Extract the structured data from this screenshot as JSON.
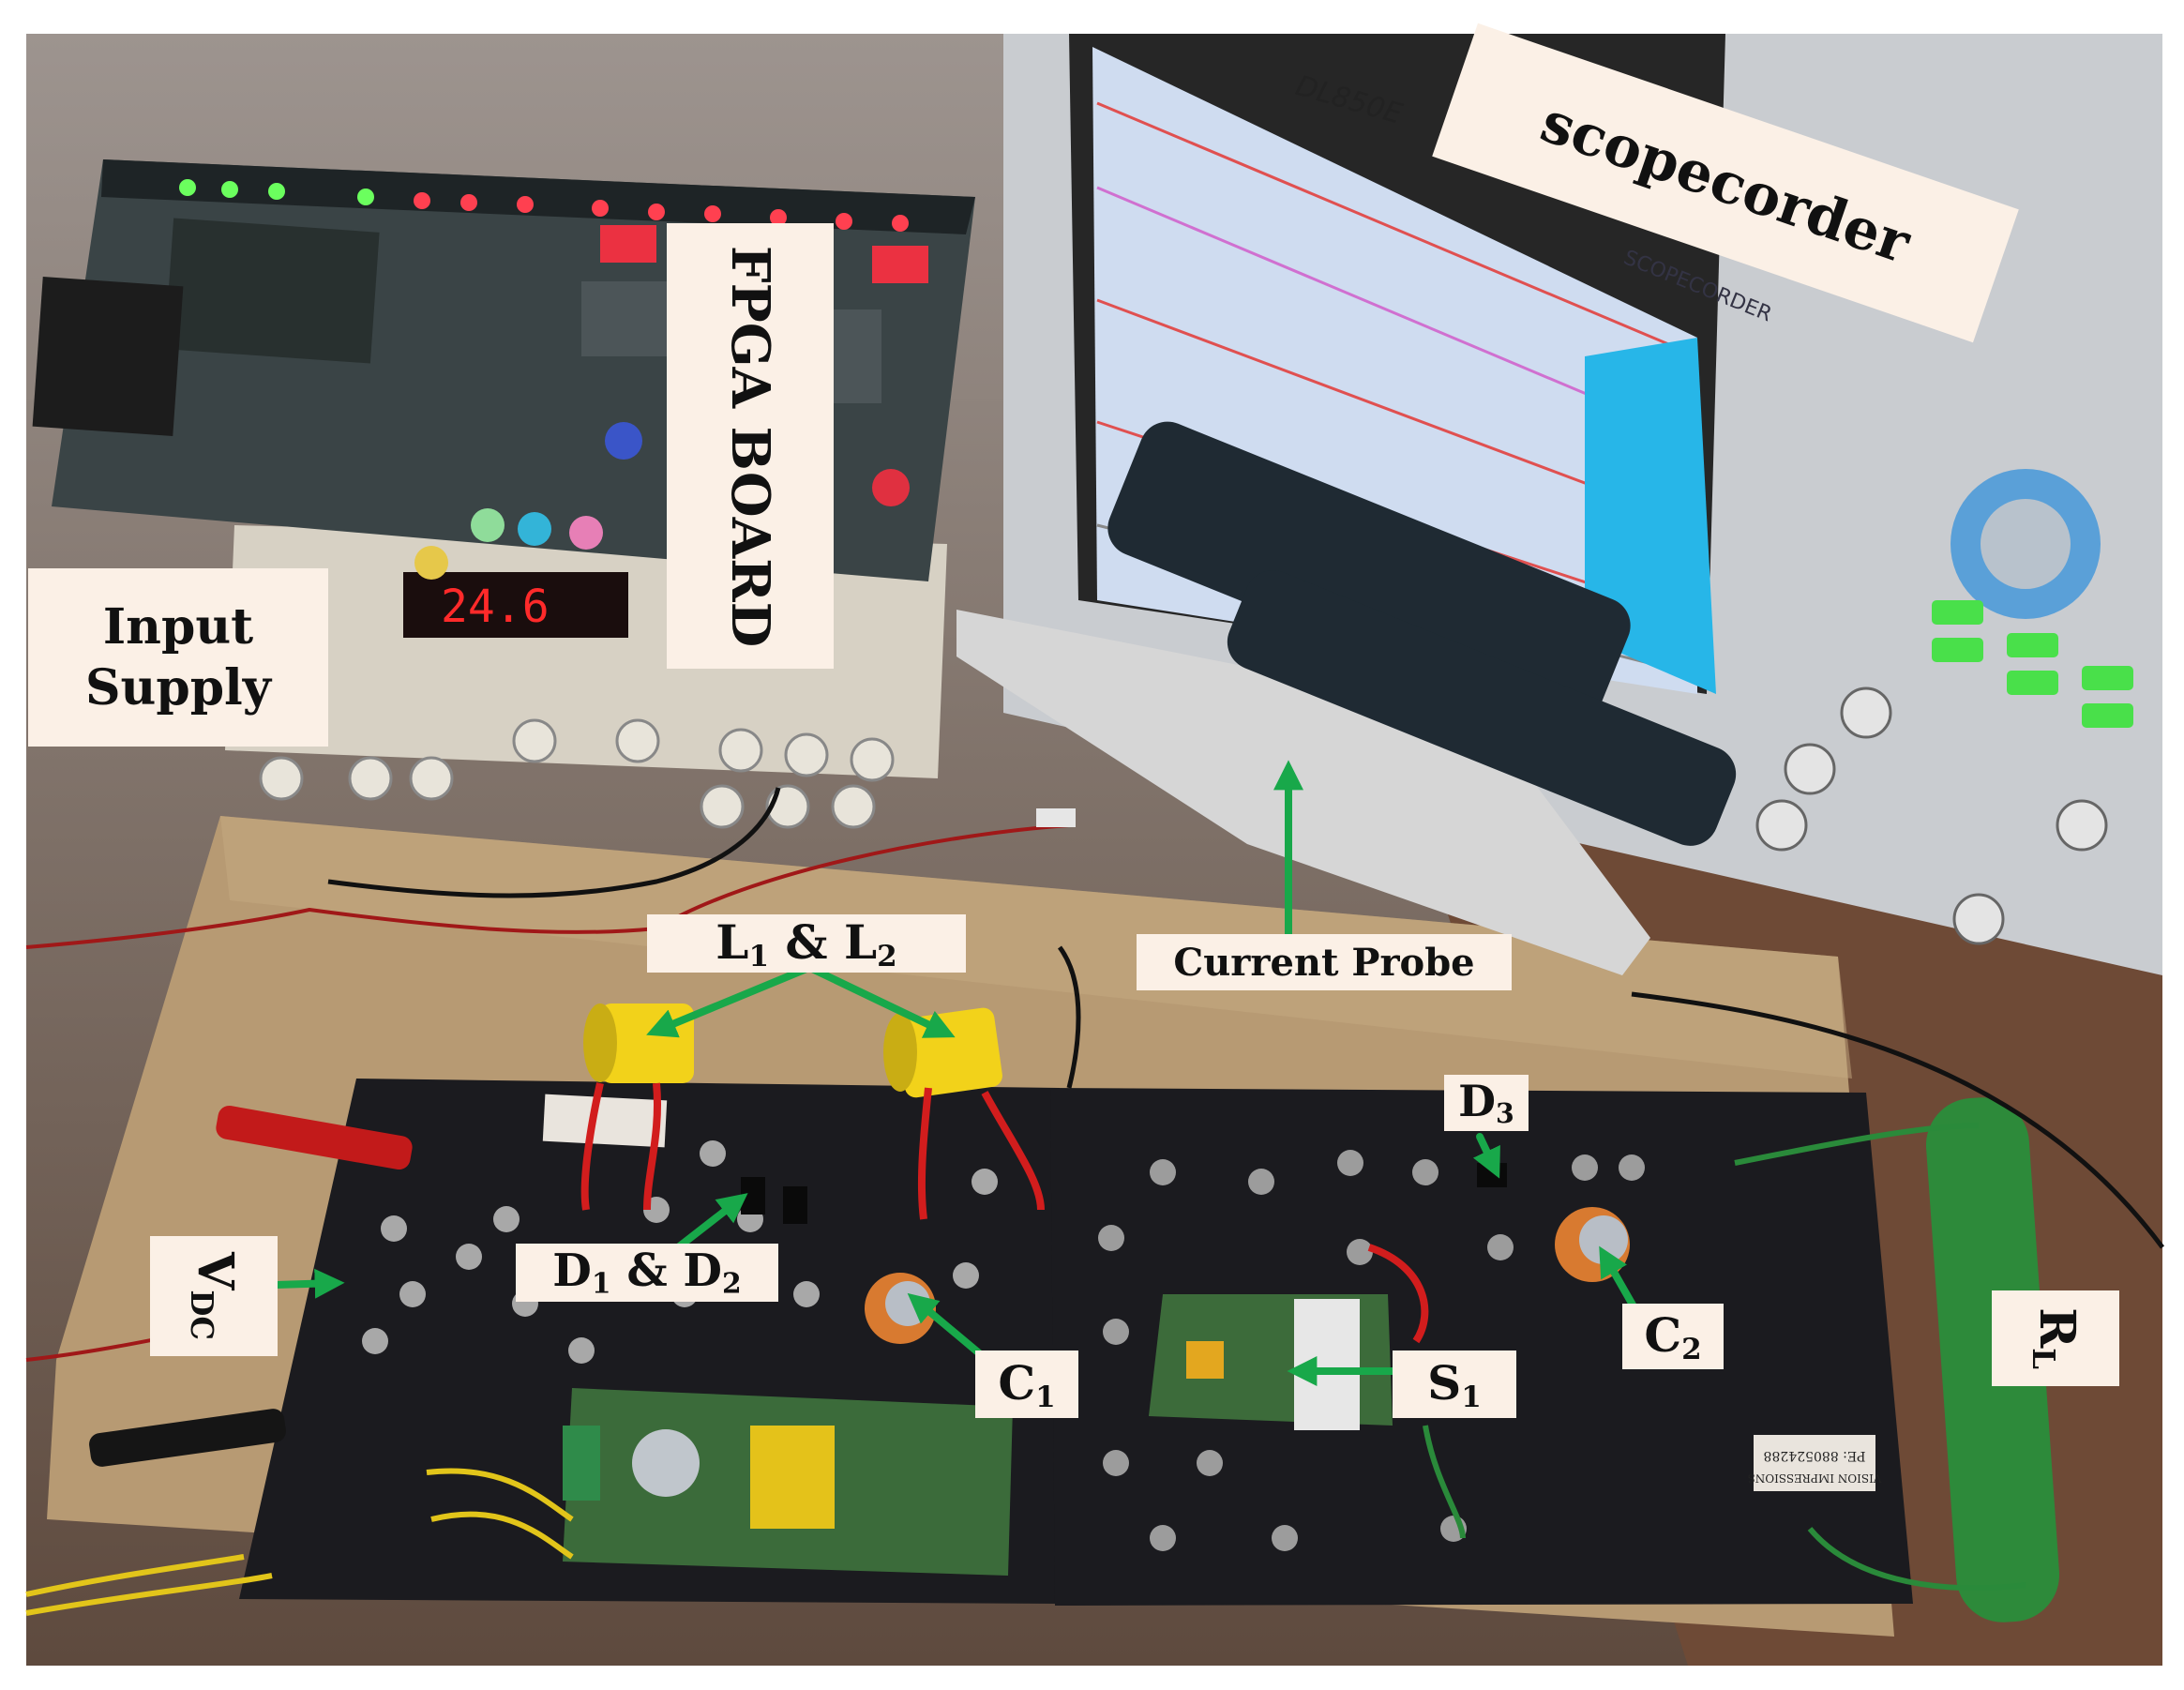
{
  "labels": {
    "fpga": "FPGA BOARD",
    "scope": "scopecorder",
    "input_line1": "Input",
    "input_line2": "Supply",
    "current_probe": "Current Probe",
    "l1l2": {
      "a": "L",
      "a_sub": "1",
      "amp": " & ",
      "b": "L",
      "b_sub": "2"
    },
    "d1d2": {
      "a": "D",
      "a_sub": "1",
      "amp": " & ",
      "b": "D",
      "b_sub": "2"
    },
    "d3": {
      "a": "D",
      "a_sub": "3"
    },
    "c1": {
      "a": "C",
      "a_sub": "1"
    },
    "c2": {
      "a": "C",
      "a_sub": "2"
    },
    "s1": {
      "a": "S",
      "a_sub": "1"
    },
    "vdc": {
      "a": "V",
      "a_sub": "DC"
    },
    "rl": {
      "a": "R",
      "a_sub": "L"
    }
  },
  "device_text": {
    "scope_brand": "DL850E",
    "scope_series": "SCOPECORDER",
    "display_readout": "24.6",
    "board_marking": "VISION IMPRESSIONS",
    "board_part": "PE: 880524288"
  },
  "colors": {
    "arrow": "#18a84a",
    "label_bg": "#fbf0e6",
    "inductor": "#f2d21a",
    "capacitor": "#d87a30",
    "resistor": "#2d8a3a",
    "screen": "#c8d8ef",
    "screen_panel": "#27b6e8"
  }
}
